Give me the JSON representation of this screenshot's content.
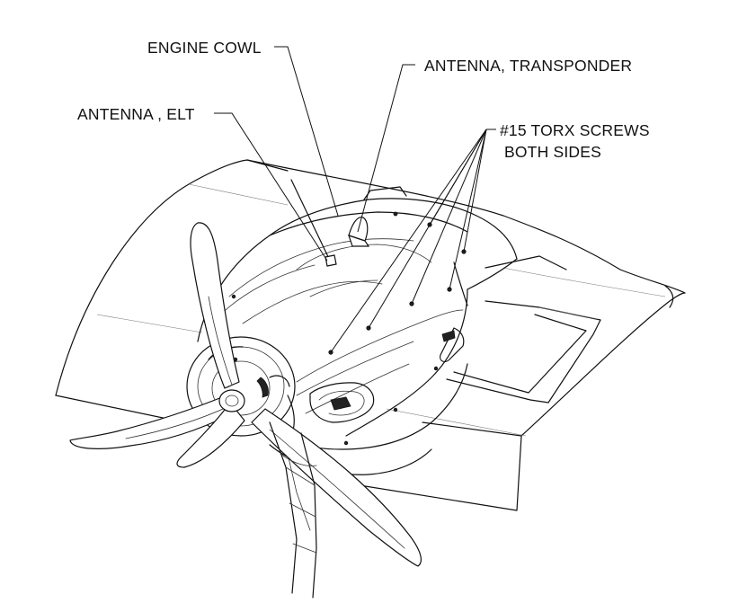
{
  "callouts": {
    "engine_cowl": "ENGINE COWL",
    "antenna_transponder": "ANTENNA, TRANSPONDER",
    "antenna_elt": "ANTENNA , ELT",
    "torx_screws_line1": "#15 TORX SCREWS",
    "torx_screws_line2": "BOTH SIDES"
  }
}
